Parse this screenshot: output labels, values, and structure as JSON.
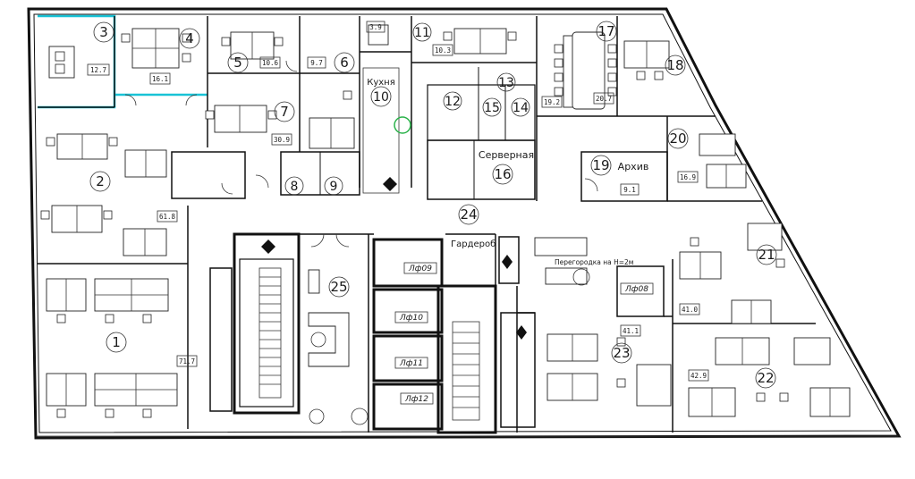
{
  "title": "",
  "rooms": [
    {
      "id": "r1",
      "number": "1",
      "area": "71.7"
    },
    {
      "id": "r2",
      "number": "2",
      "area": "61.8"
    },
    {
      "id": "r3",
      "number": "3",
      "area": "12.7"
    },
    {
      "id": "r4",
      "number": "4",
      "area": "16.1"
    },
    {
      "id": "r5",
      "number": "5",
      "area": "10.6"
    },
    {
      "id": "r6",
      "number": "6",
      "area": "9.7"
    },
    {
      "id": "r7",
      "number": "7",
      "area": "30.9"
    },
    {
      "id": "r8",
      "number": "8",
      "area": ""
    },
    {
      "id": "r9",
      "number": "9",
      "area": ""
    },
    {
      "id": "r10",
      "number": "10",
      "area": "",
      "name": "Кухня"
    },
    {
      "id": "r11",
      "number": "11",
      "area": "3.9"
    },
    {
      "id": "r12",
      "number": "12",
      "area": ""
    },
    {
      "id": "r13",
      "number": "13",
      "area": ""
    },
    {
      "id": "r14",
      "number": "14",
      "area": ""
    },
    {
      "id": "r15",
      "number": "15",
      "area": ""
    },
    {
      "id": "r16",
      "number": "16",
      "area": "",
      "name": "Серверная"
    },
    {
      "id": "r17",
      "number": "17",
      "area": "19.2"
    },
    {
      "id": "r18",
      "number": "18",
      "area": "20.7"
    },
    {
      "id": "r19",
      "number": "19",
      "area": "9.1",
      "name": "Архив"
    },
    {
      "id": "r20",
      "number": "20",
      "area": "16.9"
    },
    {
      "id": "r21",
      "number": "21",
      "area": "41.0"
    },
    {
      "id": "r22",
      "number": "22",
      "area": "42.9"
    },
    {
      "id": "r23",
      "number": "23",
      "area": "41.1"
    },
    {
      "id": "r24",
      "number": "24",
      "area": ""
    },
    {
      "id": "r25",
      "number": "25",
      "area": ""
    }
  ],
  "extra_areas": [
    "10.3"
  ],
  "labels": {
    "wardrobe": "Гардероб",
    "partition_note": "Перегородка на Н=2м",
    "lift1": "Лф09",
    "lift2": "Лф10",
    "lift3": "Лф11",
    "lift4": "Лф12",
    "lift5": "Лф08"
  },
  "colors": {
    "highlight": "#19c3d6",
    "green_circle": "#2ab24a",
    "lines": "#111111"
  }
}
